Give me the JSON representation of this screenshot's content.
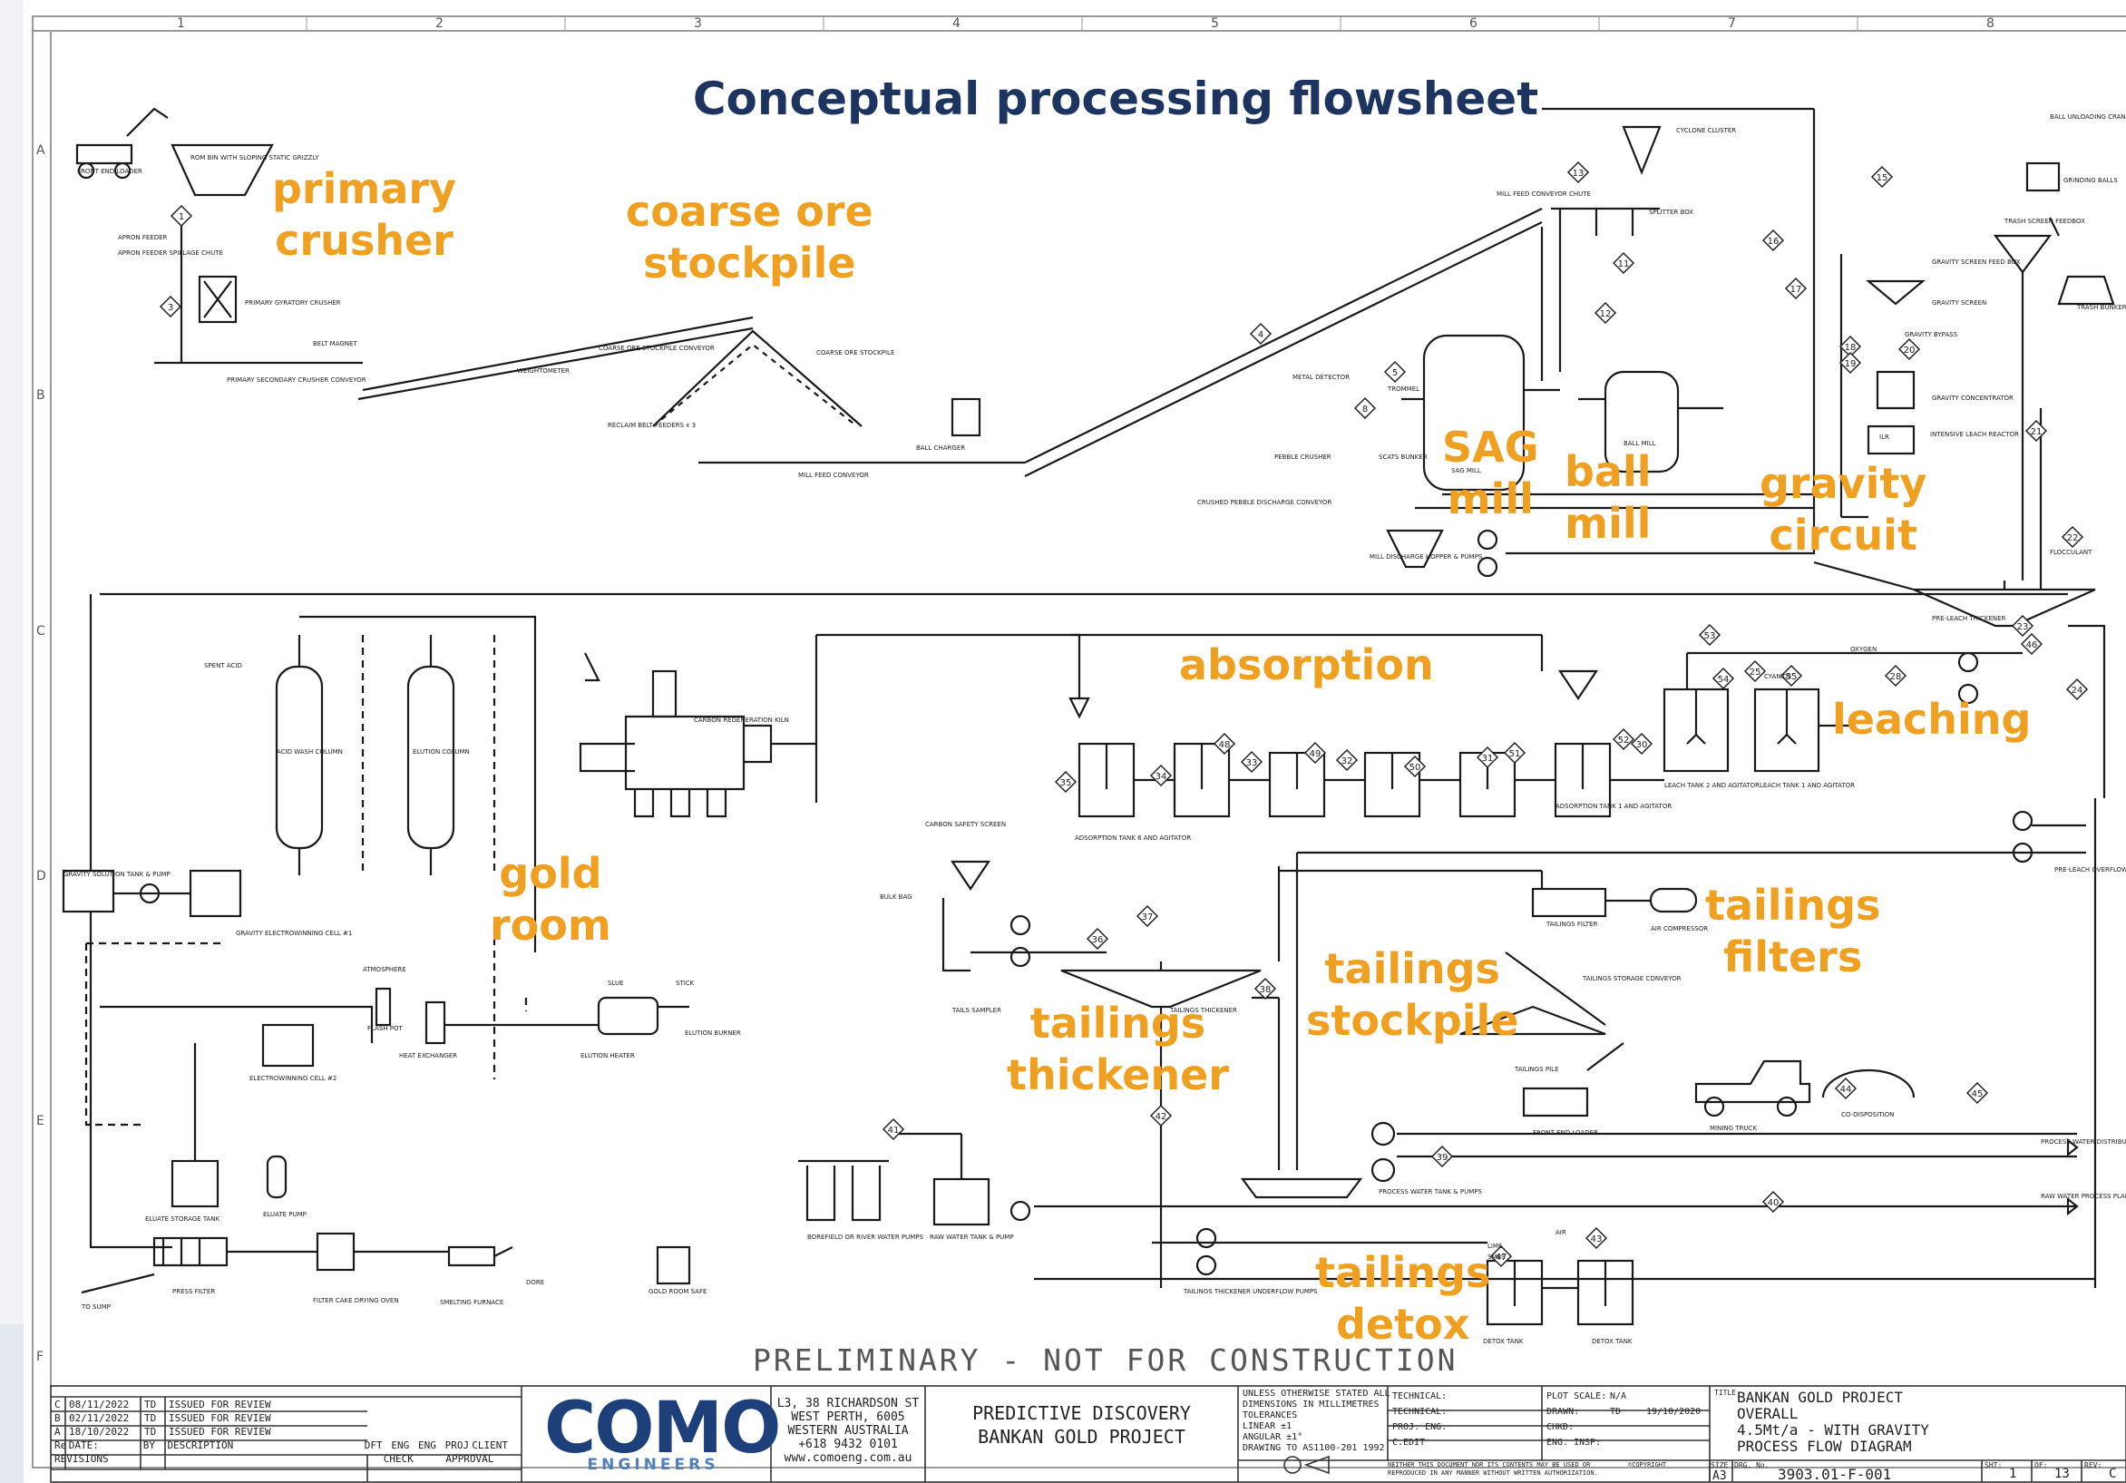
{
  "title": "Conceptual processing flowsheet",
  "area_labels": [
    {
      "key": "primary_crusher",
      "lines": [
        "primary",
        "crusher"
      ]
    },
    {
      "key": "coarse_ore_stockpile",
      "lines": [
        "coarse ore",
        "stockpile"
      ]
    },
    {
      "key": "sag_mill",
      "lines": [
        "SAG",
        "mill"
      ]
    },
    {
      "key": "ball_mill",
      "lines": [
        "ball",
        "mill"
      ]
    },
    {
      "key": "gravity_circuit",
      "lines": [
        "gravity",
        "circuit"
      ]
    },
    {
      "key": "absorption",
      "lines": [
        "absorption"
      ]
    },
    {
      "key": "leaching",
      "lines": [
        "leaching"
      ]
    },
    {
      "key": "gold_room",
      "lines": [
        "gold",
        "room"
      ]
    },
    {
      "key": "tailings_filters",
      "lines": [
        "tailings",
        "filters"
      ]
    },
    {
      "key": "tailings_stockpile",
      "lines": [
        "tailings",
        "stockpile"
      ]
    },
    {
      "key": "tailings_thickener",
      "lines": [
        "tailings",
        "thickener"
      ]
    },
    {
      "key": "tailings_detox",
      "lines": [
        "tailings",
        "detox"
      ]
    }
  ],
  "drawing_notice": "PRELIMINARY - NOT FOR CONSTRUCTION",
  "grid": {
    "columns": [
      "1",
      "2",
      "3",
      "4",
      "5",
      "6",
      "7",
      "8"
    ],
    "rows": [
      "A",
      "B",
      "C",
      "D",
      "E",
      "F"
    ]
  },
  "equipment_labels": {
    "front_end_loader": "FRONT END LOADER",
    "rom_bin": "ROM BIN WITH SLOPING STATIC GRIZZLY",
    "apron_feeder": "APRON FEEDER",
    "apron_feeder_chute": "APRON FEEDER SPILLAGE CHUTE",
    "primary_crusher": "PRIMARY GYRATORY CRUSHER",
    "belt_magnet": "BELT MAGNET",
    "primary_crusher_conveyor": "PRIMARY SECONDARY CRUSHER CONVEYOR",
    "weightometer": "WEIGHTOMETER",
    "stockpile_conveyor": "COARSE ORE STOCKPILE CONVEYOR",
    "coarse_ore_stockpile": "COARSE ORE STOCKPILE",
    "reclaim_feeders": "RECLAIM BELT FEEDERS x 3",
    "mill_feed_conveyor": "MILL FEED CONVEYOR",
    "ball_charger": "BALL CHARGER",
    "mill_feed_chute": "MILL FEED CONVEYOR CHUTE",
    "cyclone_cluster": "CYCLONE CLUSTER",
    "splitter_box": "SPLITTER BOX",
    "sag_mill": "SAG MILL",
    "ball_mill": "BALL MILL",
    "trommel": "TROMMEL",
    "pebble_crusher": "PEBBLE CRUSHER",
    "metal_detector": "METAL DETECTOR",
    "pebble_discharge": "CRUSHED PEBBLE DISCHARGE CONVEYOR",
    "scats_bunker": "SCATS BUNKER",
    "discharge_hopper": "MILL DISCHARGE HOPPER & PUMPS",
    "grinding_ball_crane": "BALL UNLOADING CRANE",
    "grinding_balls": "GRINDING BALLS",
    "trash_screen": "TRASH SCREEN FEEDBOX",
    "trash_bunker": "TRASH BUNKER",
    "gravity_feed_box": "GRAVITY SCREEN FEED BOX",
    "gravity_screen": "GRAVITY SCREEN",
    "gravity_bypass": "GRAVITY BYPASS",
    "gravity_concentrator": "GRAVITY CONCENTRATOR",
    "ilr": "ILR",
    "intensive_leach": "INTENSIVE LEACH REACTOR",
    "flocculant": "FLOCCULANT",
    "pre_leach_thickener": "PRE-LEACH THICKENER",
    "oxygen": "OXYGEN",
    "cyanide": "CYANIDE",
    "leach_tank_1": "LEACH TANK 1 AND AGITATOR",
    "leach_tank_2": "LEACH TANK 2 AND AGITATOR",
    "adsorption_tank_1": "ADSORPTION TANK 1 AND AGITATOR",
    "adsorption_tank_6": "ADSORPTION TANK 6 AND AGITATOR",
    "carbon_safety_screen": "CARBON SAFETY SCREEN",
    "acid_wash_column": "ACID WASH COLUMN",
    "elution_column": "ELUTION COLUMN",
    "spent_acid": "SPENT ACID",
    "regeneration_kiln": "CARBON REGENERATION KILN",
    "solution_tank": "GRAVITY SOLUTION TANK & PUMP",
    "electrowinning_1": "GRAVITY ELECTROWINNING CELL #1",
    "electrowinning_2": "ELECTROWINNING CELL #2",
    "eluate_tank": "ELUATE STORAGE TANK",
    "eluate_pump": "ELUATE PUMP",
    "flash_pot": "FLASH POT",
    "atmosphere": "ATMOSPHERE",
    "heat_exchanger": "HEAT EXCHANGER",
    "elution_heater": "ELUTION HEATER",
    "elution_burner": "ELUTION BURNER",
    "press_filter": "PRESS FILTER",
    "filter_cake_oven": "FILTER CAKE DRYING OVEN",
    "smelting_furnace": "SMELTING FURNACE",
    "gold_room_safe": "GOLD ROOM SAFE",
    "dore": "DORE",
    "to_sump": "TO SUMP",
    "bulk_bag": "BULK BAG",
    "tails_sampler": "TAILS SAMPLER",
    "tailings_thickener": "TAILINGS THICKENER",
    "tailings_filter": "TAILINGS FILTER",
    "air_compressor": "AIR COMPRESSOR",
    "tailings_conveyor": "TAILINGS STORAGE CONVEYOR",
    "tailings_pile": "TAILINGS PILE",
    "front_end_loader_2": "FRONT END LOADER",
    "mining_truck": "MINING TRUCK",
    "co_disposal": "CO-DISPOSITION",
    "process_water": "PROCESS WATER TANK & PUMPS",
    "raw_water": "RAW WATER TANK & PUMP",
    "borefield": "BOREFIELD OR RIVER WATER PUMPS",
    "detox_tank_1": "DETOX TANK",
    "detox_tank_2": "DETOX TANK",
    "pre_leach_overflow": "PRE-LEACH OVERFLOW TANK & PUMP",
    "process_water_dist": "PROCESS WATER DISTRIBUTION",
    "raw_water_dist": "RAW WATER PROCESS PLANT",
    "lime": "LIME",
    "smbs": "SMBS",
    "air": "AIR",
    "tailings_pumps": "TAILINGS THICKENER UNDERFLOW PUMPS",
    "stick": "STICK",
    "slue": "SLUE"
  },
  "stream_numbers": [
    "1",
    "3",
    "4",
    "5",
    "8",
    "11",
    "12",
    "13",
    "15",
    "16",
    "17",
    "18",
    "19",
    "20",
    "21",
    "22",
    "23",
    "24",
    "25",
    "28",
    "30",
    "31",
    "32",
    "33",
    "34",
    "35",
    "36",
    "37",
    "38",
    "39",
    "40",
    "41",
    "42",
    "43",
    "44",
    "45",
    "46",
    "47",
    "48",
    "49",
    "50",
    "51",
    "52",
    "53",
    "54",
    "55"
  ],
  "title_block": {
    "revisions": [
      {
        "rev": "C",
        "date": "08/11/2022",
        "by": "TD",
        "desc": "ISSUED FOR REVIEW"
      },
      {
        "rev": "B",
        "date": "02/11/2022",
        "by": "TD",
        "desc": "ISSUED FOR REVIEW"
      },
      {
        "rev": "A",
        "date": "18/10/2022",
        "by": "TD",
        "desc": "ISSUED FOR REVIEW"
      }
    ],
    "rev_headers": [
      "Re",
      "DATE:",
      "BY",
      "DESCRIPTION"
    ],
    "revisions_label": "REVISIONS",
    "approval_headers": [
      "DFT",
      "ENG",
      "ENG",
      "PROJ",
      "CLIENT"
    ],
    "check_label": "CHECK",
    "approval_label": "APPROVAL",
    "company_logo": "COMO",
    "company_sub": "ENGINEERS",
    "address": [
      "L3, 38 RICHARDSON ST",
      "WEST PERTH, 6005",
      "WESTERN AUSTRALIA",
      "+618 9432 0101",
      "www.comoeng.com.au"
    ],
    "client": [
      "PREDICTIVE DISCOVERY",
      "BANKAN GOLD PROJECT"
    ],
    "tolerances": [
      "UNLESS OTHERWISE STATED ALL",
      "DIMENSIONS IN MILLIMETRES",
      "TOLERANCES",
      "LINEAR ±1",
      "ANGULAR ±1°",
      "DRAWING TO AS1100-201 1992"
    ],
    "tech_labels": [
      "TECHNICAL:",
      "TECHNICAL:",
      "PROJ. ENG.",
      "C.EDIT"
    ],
    "plot_rows": [
      {
        "label": "PLOT SCALE:",
        "value": "N/A",
        "date": ""
      },
      {
        "label": "DRAWN:",
        "value": "TD",
        "date": "19/10/2020"
      },
      {
        "label": "CHKD:",
        "value": "",
        "date": ""
      },
      {
        "label": "ENG. INSP:",
        "value": "",
        "date": ""
      }
    ],
    "copyright_note": "NEITHER THIS DOCUMENT NOR ITS CONTENTS MAY BE USED OR REPRODUCED IN ANY MANNER WITHOUT WRITTEN AUTHORIZATION.",
    "copyright": "©COPYRIGHT",
    "size_label": "SIZE",
    "size": "A3",
    "title_label": "TITLE",
    "project_title": [
      "BANKAN GOLD PROJECT",
      "OVERALL",
      "4.5Mt/a - WITH GRAVITY",
      "PROCESS FLOW DIAGRAM"
    ],
    "dwg_label": "DRG. No.",
    "dwg_no": "3903.01-F-001",
    "sht_label": "SHT:",
    "sht": "1",
    "of_label": "OF:",
    "of": "13",
    "rev_label": "REV:",
    "rev": "C"
  }
}
